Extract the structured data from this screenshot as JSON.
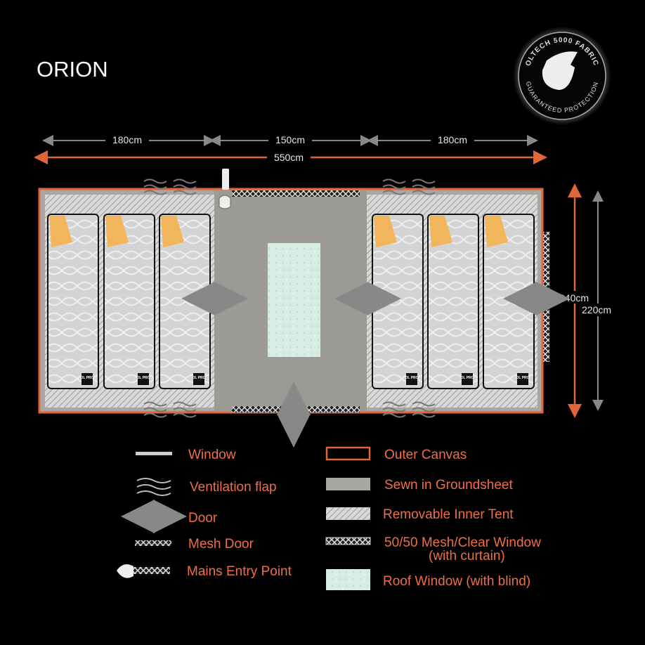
{
  "title": "ORION",
  "badge": {
    "top_text": "OLTECH 5000 FABRIC",
    "bottom_text": "GUARANTEED PROTECTION"
  },
  "dimensions": {
    "left": "180cm",
    "center": "150cm",
    "right": "180cm",
    "total_length": "550cm",
    "outer_width": "240cm",
    "inner_width": "220cm"
  },
  "mattress_logo": "OL PRO",
  "colors": {
    "outer_canvas": "#e0663a",
    "groundsheet": "#a8a7a2",
    "living_area": "#9c9a95",
    "roof_window": "#d6ece4",
    "label": "#ee6f47",
    "blanket": "#f1b65c"
  },
  "legend": {
    "left": [
      {
        "icon": "window-icon",
        "label": "Window"
      },
      {
        "icon": "ventilation-flap-icon",
        "label": "Ventilation flap"
      },
      {
        "icon": "door-arrow-icon",
        "label": "Door"
      },
      {
        "icon": "mesh-door-icon",
        "label": "Mesh Door"
      },
      {
        "icon": "mains-plug-icon",
        "label": "Mains Entry Point"
      }
    ],
    "right": [
      {
        "icon": "outer-canvas-icon",
        "label": "Outer Canvas"
      },
      {
        "icon": "groundsheet-icon",
        "label": "Sewn in Groundsheet"
      },
      {
        "icon": "inner-tent-icon",
        "label": "Removable Inner Tent"
      },
      {
        "icon": "mesh-window-icon",
        "label": "50/50 Mesh/Clear Window",
        "label2": "(with curtain)"
      },
      {
        "icon": "roof-window-icon",
        "label": "Roof Window (with blind)"
      }
    ]
  }
}
